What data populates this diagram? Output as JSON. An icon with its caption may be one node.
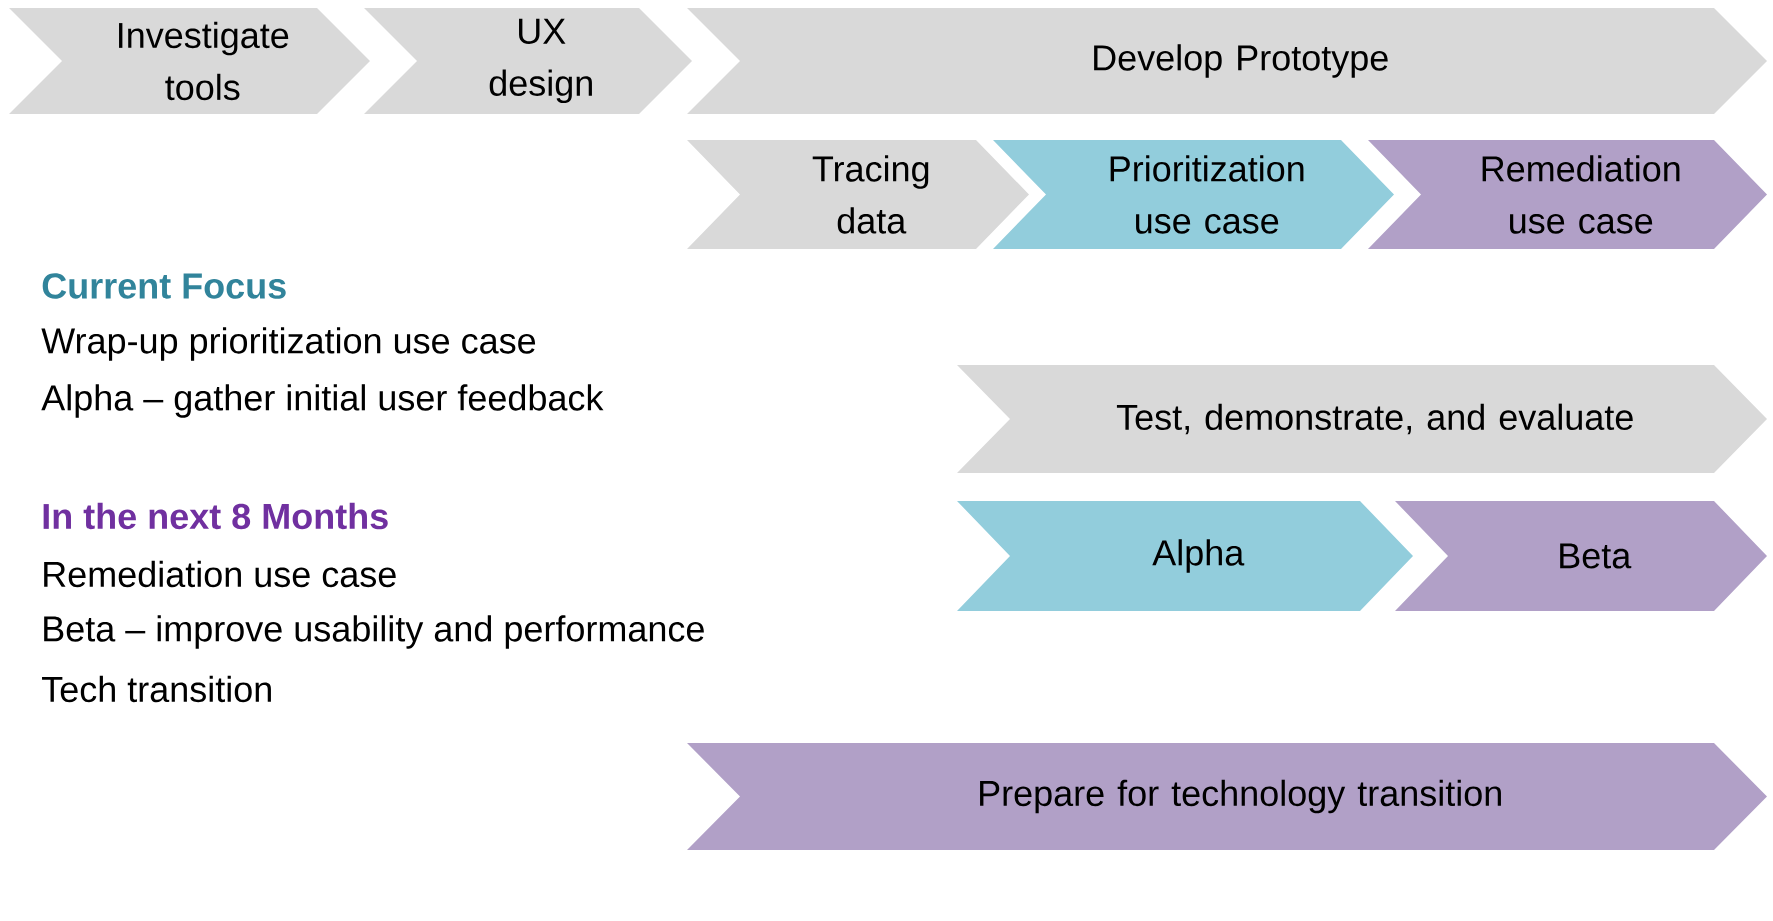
{
  "diagram": {
    "nodes": [
      {
        "text": [
          "Investigate tools"
        ]
      },
      {
        "text": [
          "UX design"
        ]
      },
      {
        "text": [
          "Develop Prototype"
        ]
      },
      {
        "text": [
          "Tracing data"
        ]
      },
      {
        "text": [
          "Prioritization use case"
        ]
      },
      {
        "text": [
          "Remediation use case"
        ]
      },
      {
        "text": [
          "Test, demonstrate, and evaluate"
        ]
      },
      {
        "text": [
          "Alpha"
        ]
      },
      {
        "text": [
          "Beta"
        ]
      },
      {
        "text": [
          "Prepare for technology transition"
        ]
      }
    ],
    "labels": [
      "Current Focus",
      "Wrap-up prioritization use case",
      "Alpha – gather initial user feedback",
      "In the next 8 Months",
      "Remediation use case",
      "Beta – improve usability and performance",
      "Tech transition"
    ]
  }
}
